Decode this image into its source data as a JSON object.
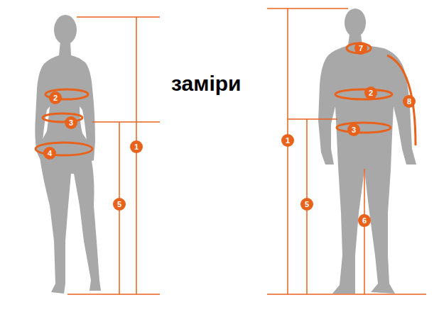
{
  "diagram": {
    "title": "заміри",
    "nodes": [
      {
        "text": [
          "2"
        ]
      },
      {
        "text": [
          "3"
        ]
      },
      {
        "text": [
          "1"
        ]
      },
      {
        "text": [
          "4"
        ]
      },
      {
        "text": [
          "5"
        ]
      },
      {
        "text": [
          "7"
        ]
      },
      {
        "text": [
          "2"
        ]
      },
      {
        "text": [
          "8"
        ]
      },
      {
        "text": [
          "3"
        ]
      },
      {
        "text": [
          "1"
        ]
      },
      {
        "text": [
          "5"
        ]
      },
      {
        "text": [
          "6"
        ]
      }
    ]
  }
}
